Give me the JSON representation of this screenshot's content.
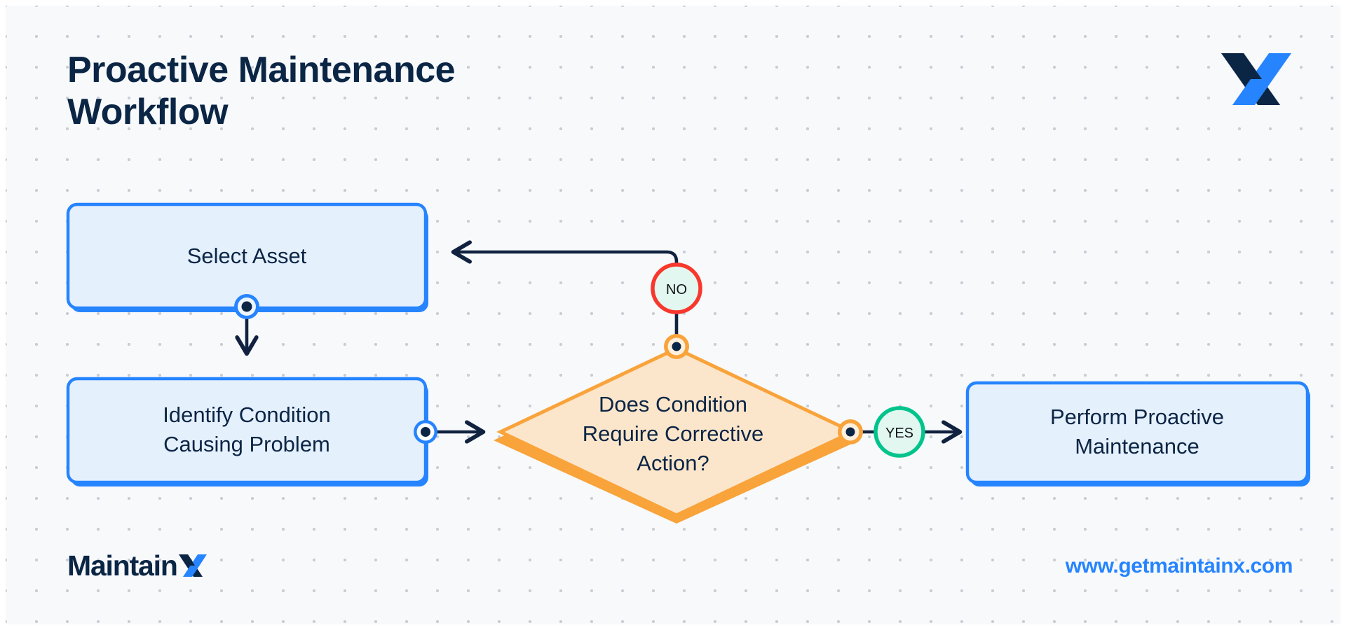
{
  "header": {
    "title": "Proactive Maintenance\nWorkflow",
    "logo_icon": "maintainx-x-logo-icon"
  },
  "footer": {
    "wordmark_text": "Maintain",
    "wordmark_icon": "maintainx-x-logo-icon",
    "url": "www.getmaintainx.com"
  },
  "colors": {
    "background": "#f7f9fb",
    "grid_dot": "#c9ced6",
    "navy": "#0b2545",
    "blue": "#2684ff",
    "box_fill": "#e5f0fd",
    "orange": "#f9a33b",
    "diamond_fill": "#fce6cb",
    "red": "#f8372d",
    "green": "#00c48c",
    "badge_fill": "#e2f7ef"
  },
  "diagram": {
    "type": "flowchart",
    "nodes": [
      {
        "id": "select-asset",
        "shape": "rounded-rect",
        "label": "Select Asset"
      },
      {
        "id": "identify-condition",
        "shape": "rounded-rect",
        "label": "Identify Condition\nCausing Problem"
      },
      {
        "id": "decision",
        "shape": "diamond",
        "label": "Does Condition\nRequire Corrective\nAction?"
      },
      {
        "id": "perform-maintenance",
        "shape": "rounded-rect",
        "label": "Perform Proactive\nMaintenance"
      }
    ],
    "edges": [
      {
        "from": "select-asset",
        "to": "identify-condition",
        "label": ""
      },
      {
        "from": "identify-condition",
        "to": "decision",
        "label": ""
      },
      {
        "from": "decision",
        "to": "perform-maintenance",
        "label": "YES"
      },
      {
        "from": "decision",
        "to": "select-asset",
        "label": "NO"
      }
    ],
    "labels": {
      "yes": "YES",
      "no": "NO"
    }
  }
}
